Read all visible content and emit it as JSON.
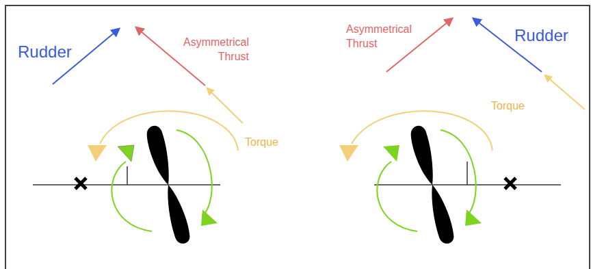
{
  "diagram": {
    "labels": [
      "Rudder",
      "Asymmetrical Thrust",
      "Torque",
      "Asymmetrical Thrust",
      "Rudder",
      "Torque"
    ]
  }
}
